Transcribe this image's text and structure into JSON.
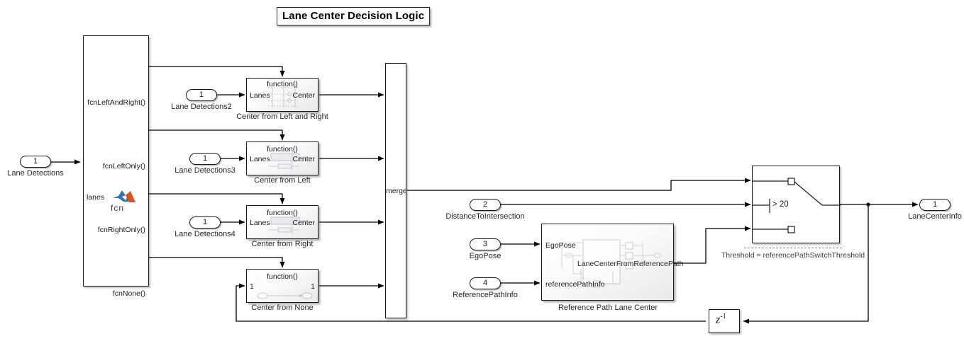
{
  "title_annotation": "Lane Center Decision Logic",
  "matlab_function_block": {
    "input_port_label": "lanes",
    "logo_label": "fcn",
    "icon": "matlab-membrane-icon",
    "output_labels": [
      "fcnLeftAndRight()",
      "fcnLeftOnly()",
      "fcnRightOnly()",
      "fcnNone()"
    ]
  },
  "inports": [
    {
      "number": "1",
      "label": "Lane Detections"
    },
    {
      "number": "1",
      "label": "Lane Detections2"
    },
    {
      "number": "1",
      "label": "Lane Detections3"
    },
    {
      "number": "1",
      "label": "Lane Detections4"
    },
    {
      "number": "2",
      "label": "DistanceToIntersection"
    },
    {
      "number": "3",
      "label": "EgoPose"
    },
    {
      "number": "4",
      "label": "ReferencePathInfo"
    }
  ],
  "outports": [
    {
      "number": "1",
      "label": "LaneCenterInfo"
    }
  ],
  "function_subsystems": [
    {
      "name": "Center from Left and Right",
      "top_text": "function()",
      "in_label": "Lanes",
      "out_label": "Center"
    },
    {
      "name": "Center from Left",
      "top_text": "function()",
      "in_label": "Lanes",
      "out_label": "Center"
    },
    {
      "name": "Center from Right",
      "top_text": "function()",
      "in_label": "Lanes",
      "out_label": "Center"
    },
    {
      "name": "Center from None",
      "top_text": "function()",
      "in_label": "1",
      "out_label": "1"
    }
  ],
  "merge_block": {
    "label": "merge"
  },
  "reference_path_subsystem": {
    "name": "Reference Path Lane Center",
    "in_labels": [
      "EgoPose",
      "referencePathInfo"
    ],
    "inner_label": "LaneCenterFromReferencePath"
  },
  "switch_block": {
    "criteria": "> 20",
    "annotation": "Threshold = referencePathSwitchThreshold"
  },
  "unit_delay_block": {
    "label": "z",
    "exponent": "-1"
  },
  "colors": {
    "line": "#000000",
    "block_border": "#1a1a1a",
    "text": "#262626",
    "annotation_text": "#3a3a3a",
    "matlab_blue": "#2e75b6",
    "matlab_orange": "#d9541e"
  }
}
